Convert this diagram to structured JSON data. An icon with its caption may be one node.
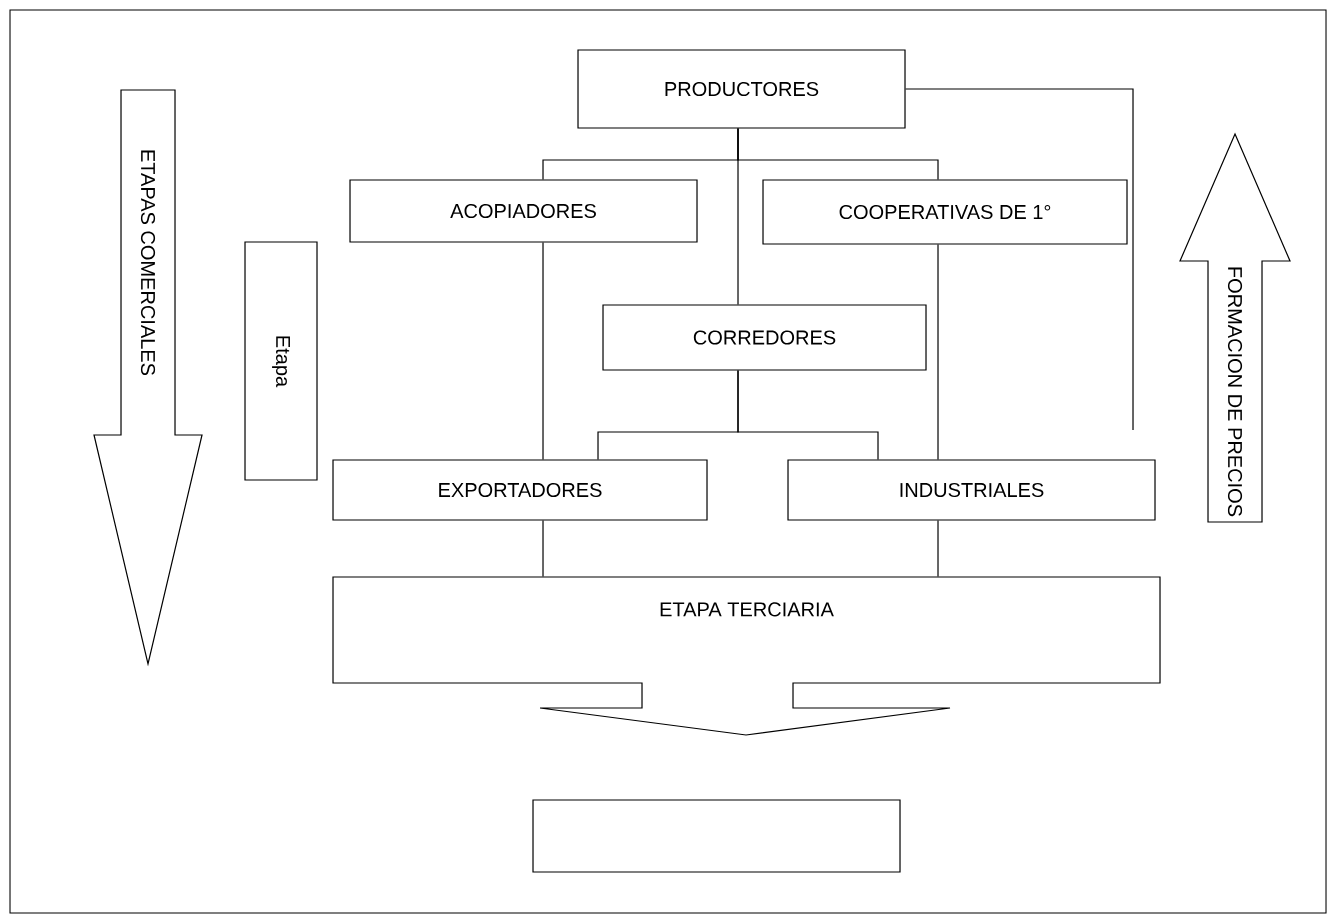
{
  "diagram": {
    "nodes": [
      {
        "text": [
          "PRODUCTORES"
        ]
      },
      {
        "text": [
          "ETAPAS COMERCIALES"
        ]
      },
      {
        "text": [
          "FORMACION DE PRECIOS"
        ]
      },
      {
        "text": [
          "ACOPIADORES"
        ]
      },
      {
        "text": [
          "COOPERATIVAS DE 1°"
        ]
      },
      {
        "text": [
          "Etapa"
        ]
      },
      {
        "text": [
          "CORREDORES"
        ]
      },
      {
        "text": [
          "EXPORTADORES"
        ]
      },
      {
        "text": [
          "INDUSTRIALES"
        ]
      },
      {
        "text": [
          "ETAPA TERCIARIA"
        ]
      },
      {
        "text": [],
        "shape": "box"
      }
    ],
    "edges": [
      {
        "from": 0,
        "to": 3,
        "arrow": "none"
      },
      {
        "from": 0,
        "to": 4,
        "arrow": "none"
      },
      {
        "from": 0,
        "to": 6,
        "arrow": "none"
      },
      {
        "from": 0,
        "to": null,
        "arrow": "none"
      },
      {
        "from": 3,
        "to": 7,
        "arrow": "none"
      },
      {
        "from": 4,
        "to": 8,
        "arrow": "none"
      },
      {
        "from": 6,
        "to": 7,
        "arrow": "none"
      },
      {
        "from": 6,
        "to": 8,
        "arrow": "none"
      },
      {
        "from": 7,
        "to": 9,
        "arrow": "none"
      },
      {
        "from": 8,
        "to": 9,
        "arrow": "none"
      }
    ]
  }
}
